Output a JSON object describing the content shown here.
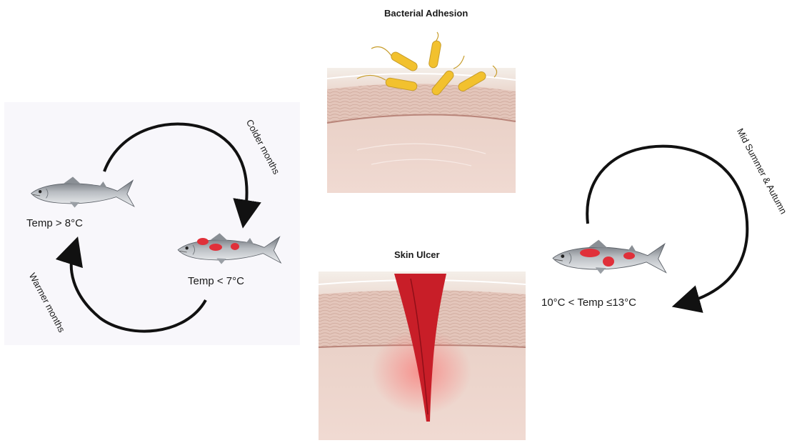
{
  "diagram": {
    "left_cycle": {
      "fish_top_label": "Temp > 8°C",
      "fish_bottom_label": "Temp < 7°C",
      "arrow_top_label": "Colder months",
      "arrow_bottom_label": "Warmer months"
    },
    "center": {
      "top_panel_title": "Bacterial Adhesion",
      "bottom_panel_title": "Skin Ulcer"
    },
    "right_cycle": {
      "fish_label": "10°C < Temp ≤13°C",
      "arrow_label": "Mid Summer & Autumn"
    },
    "colors": {
      "lesion": "#e0303a",
      "bacteria": "#f2c12e",
      "skin": "#f2dcd4",
      "ulcer": "#c81e28",
      "arrow": "#111111"
    }
  }
}
